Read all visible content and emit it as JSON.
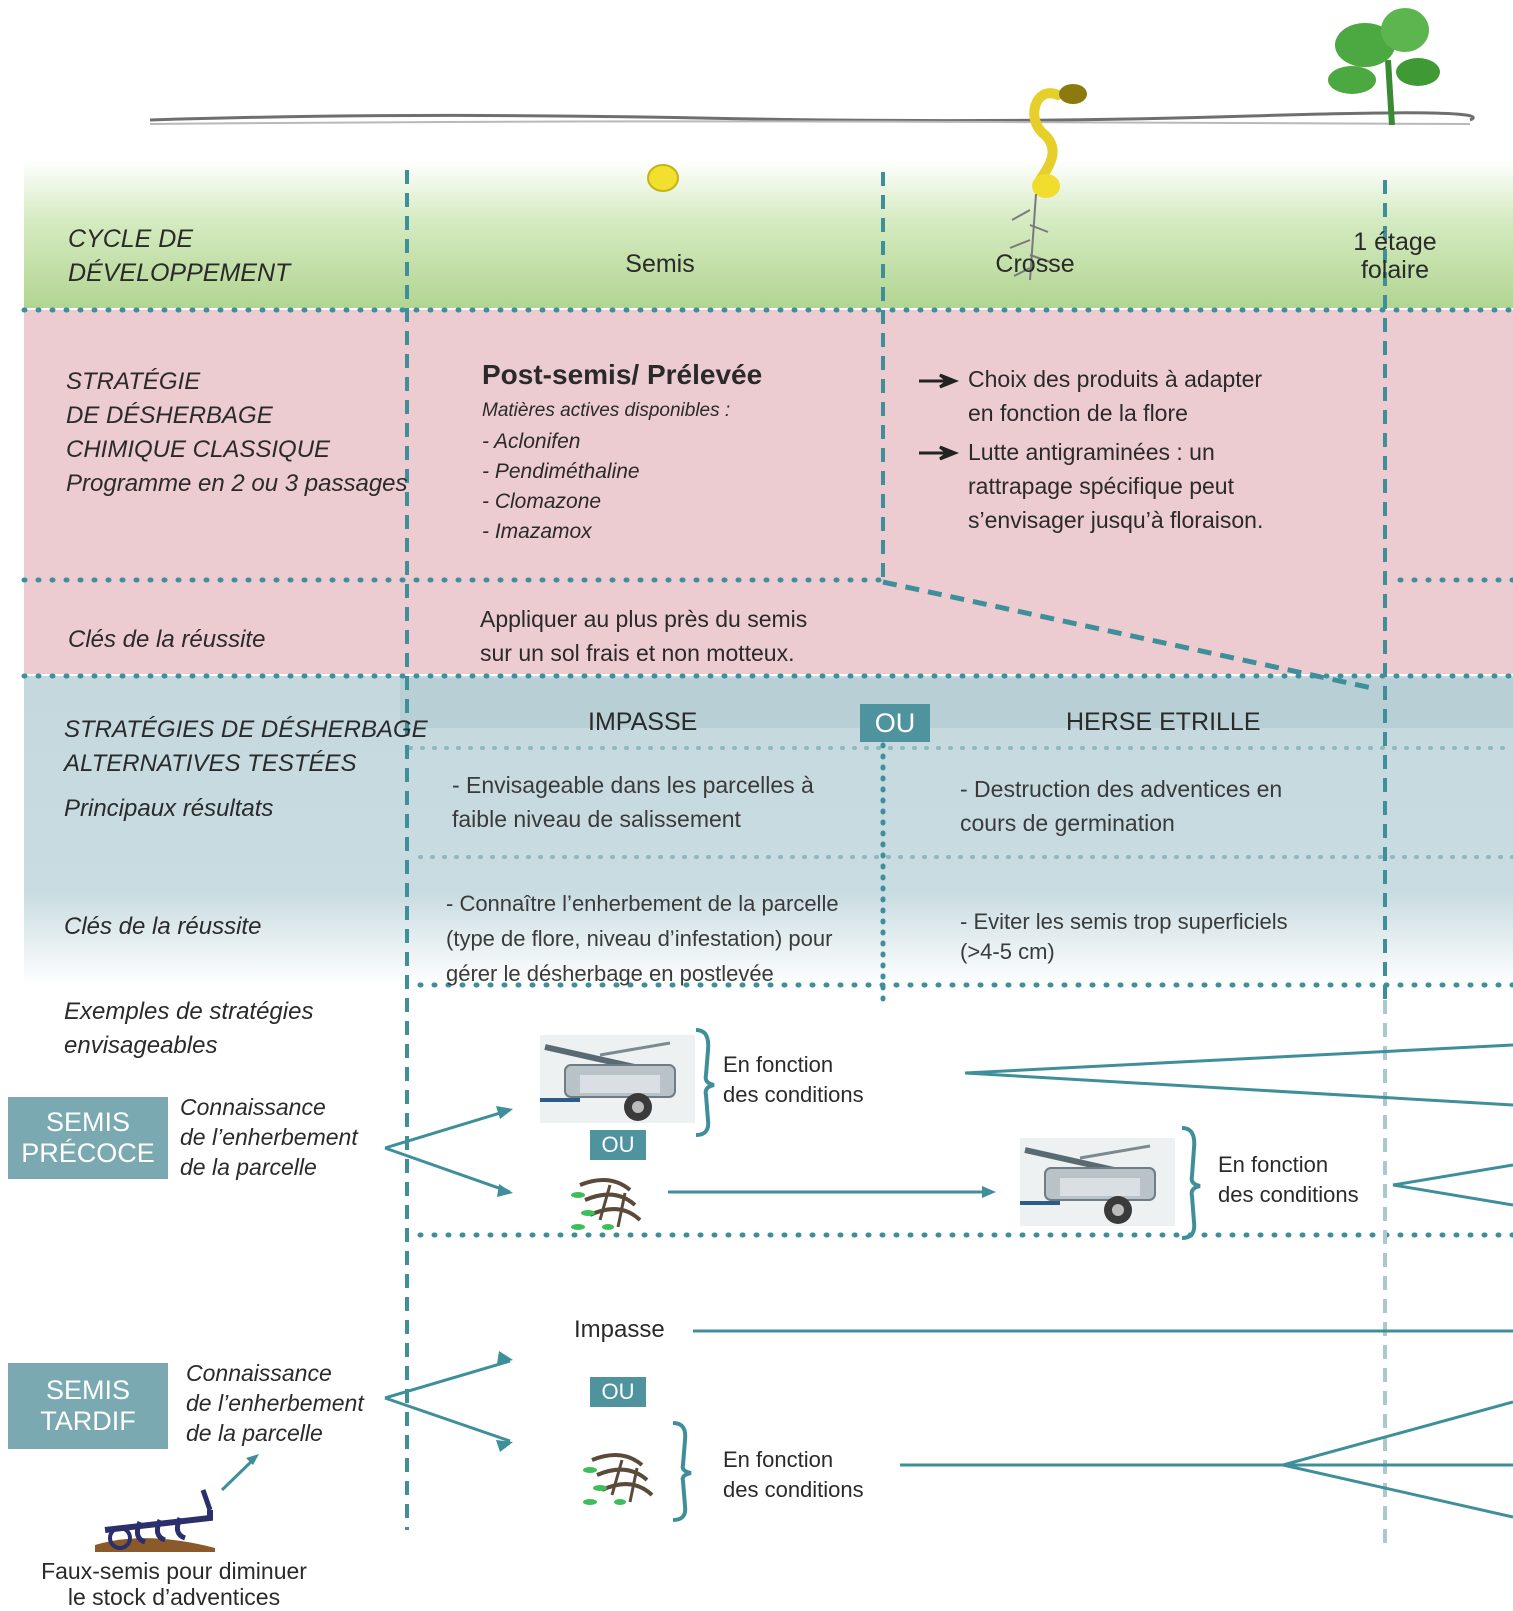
{
  "stages": [
    "Semis",
    "Crosse",
    "1 étage\nfolaire"
  ],
  "cycle_label": "CYCLE DE\nDÉVELOPPEMENT",
  "chemical": {
    "label": [
      "STRATÉGIE",
      "DE DÉSHERBAGE",
      "CHIMIQUE CLASSIQUE",
      "Programme en 2 ou 3 passages"
    ],
    "title": "Post-semis/ Prélevée",
    "subtitle": "Matières actives disponibles :",
    "actives": [
      "- Aclonifen",
      "- Pendiméthaline",
      "- Clomazone",
      "- Imazamox"
    ],
    "notes": [
      [
        "Choix des produits à adapter",
        "en fonction de la flore"
      ],
      [
        "Lutte antigraminées : un",
        "rattrapage spécifique peut",
        "s’envisager jusqu’à floraison."
      ]
    ]
  },
  "chem_keys": {
    "label": "Clés de la réussite",
    "text": [
      "Appliquer au plus près du semis",
      "sur un sol frais et non motteux."
    ]
  },
  "alternatives": {
    "label": [
      "STRATÉGIES DE DÉSHERBAGE",
      "ALTERNATIVES TESTÉES"
    ],
    "results_label": "Principaux résultats",
    "impasse": "IMPASSE",
    "ou": "OU",
    "herse": "HERSE ETRILLE",
    "impasse_result": [
      "- Envisageable dans les parcelles à",
      "faible niveau de salissement"
    ],
    "herse_result": [
      "- Destruction des adventices en",
      "cours de germination"
    ],
    "keys_label": "Clés de la réussite",
    "impasse_keys": [
      "- Connaître l’enherbement de la parcelle",
      "(type de flore, niveau d’infestation) pour",
      "gérer le désherbage en postlevée"
    ],
    "herse_keys": [
      "- Eviter les semis trop superficiels",
      "(>4-5 cm)"
    ]
  },
  "examples": {
    "label": [
      "Exemples de stratégies",
      "envisageables"
    ],
    "early": {
      "box": [
        "SEMIS",
        "PRÉCOCE"
      ],
      "knowledge": [
        "Connaissance",
        "de l’enherbement",
        "de la parcelle"
      ],
      "cond1": [
        "En fonction",
        "des conditions"
      ],
      "ou": "OU",
      "cond2": [
        "En fonction",
        "des conditions"
      ]
    },
    "late": {
      "box": [
        "SEMIS",
        "TARDIF"
      ],
      "knowledge": [
        "Connaissance",
        "de l’enherbement",
        "de la parcelle"
      ],
      "impasse": "Impasse",
      "ou": "OU",
      "cond": [
        "En fonction",
        "des conditions"
      ],
      "fauxsemis": [
        "Faux-semis pour diminuer",
        "le stock d’adventices"
      ]
    }
  },
  "icons": [
    "sprayer-icon",
    "harrow-icon",
    "plow-icon",
    "seed-icon",
    "seedling-icon",
    "plant-icon",
    "arrow-icon"
  ],
  "colors": {
    "green_band": "#b9d99a",
    "pink_band": "#ecccd0",
    "blue_band": "#c6d9df",
    "teal": "#3f8f9b",
    "box": "#7aa9b2"
  }
}
